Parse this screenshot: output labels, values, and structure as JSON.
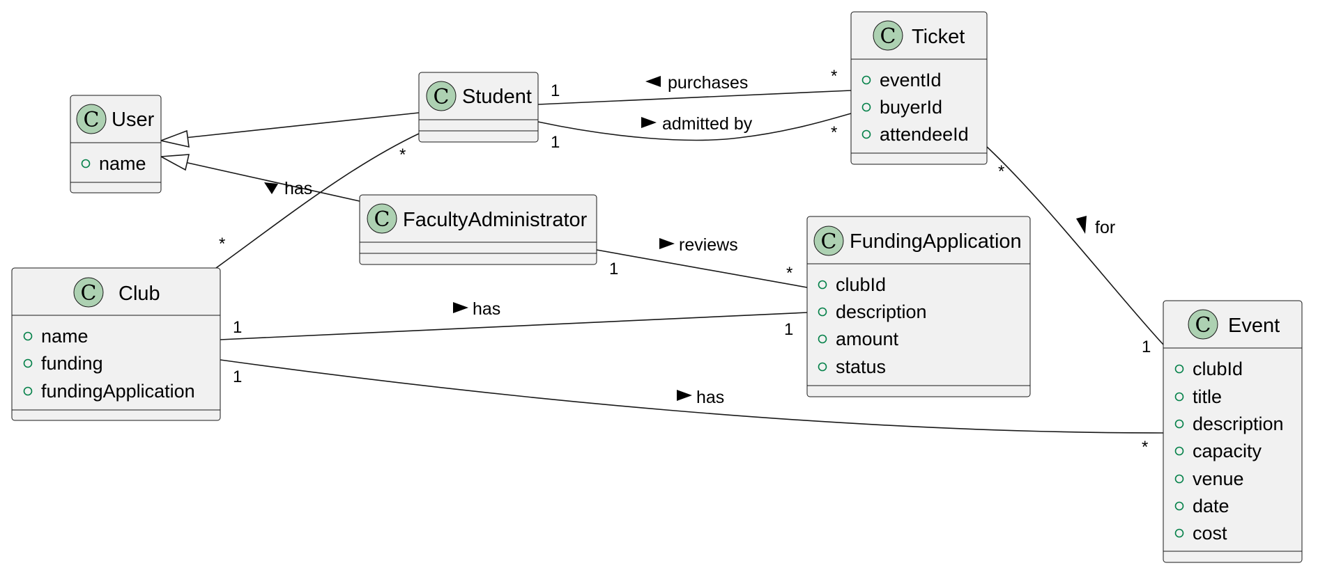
{
  "classes": {
    "user": {
      "name": "User",
      "attributes": [
        "name"
      ]
    },
    "student": {
      "name": "Student",
      "attributes": []
    },
    "ticket": {
      "name": "Ticket",
      "attributes": [
        "eventId",
        "buyerId",
        "attendeeId"
      ]
    },
    "faculty_administrator": {
      "name": "FacultyAdministrator",
      "attributes": []
    },
    "funding_application": {
      "name": "FundingApplication",
      "attributes": [
        "clubId",
        "description",
        "amount",
        "status"
      ]
    },
    "club": {
      "name": "Club",
      "attributes": [
        "name",
        "funding",
        "fundingApplication"
      ]
    },
    "event": {
      "name": "Event",
      "attributes": [
        "clubId",
        "title",
        "description",
        "capacity",
        "venue",
        "date",
        "cost"
      ]
    }
  },
  "stereotype_glyph": "C",
  "relations": {
    "student_ticket_purchases": {
      "label": "purchases",
      "from_mult": "1",
      "to_mult": "*"
    },
    "student_ticket_admitted": {
      "label": "admitted by",
      "from_mult": "1",
      "to_mult": "*"
    },
    "club_student_has": {
      "label": "has",
      "from_mult": "*",
      "to_mult": "*"
    },
    "faculty_funding_reviews": {
      "label": "reviews",
      "from_mult": "1",
      "to_mult": "*"
    },
    "club_funding_has": {
      "label": "has",
      "from_mult": "1",
      "to_mult": "1"
    },
    "club_event_has": {
      "label": "has",
      "from_mult": "1",
      "to_mult": "*"
    },
    "ticket_event_for": {
      "label": "for",
      "from_mult": "*",
      "to_mult": "1"
    }
  },
  "colors": {
    "class_fill": "#f1f1f1",
    "stereotype_circle": "#add1b2",
    "visibility_marker": "#038048",
    "line": "#181818"
  }
}
